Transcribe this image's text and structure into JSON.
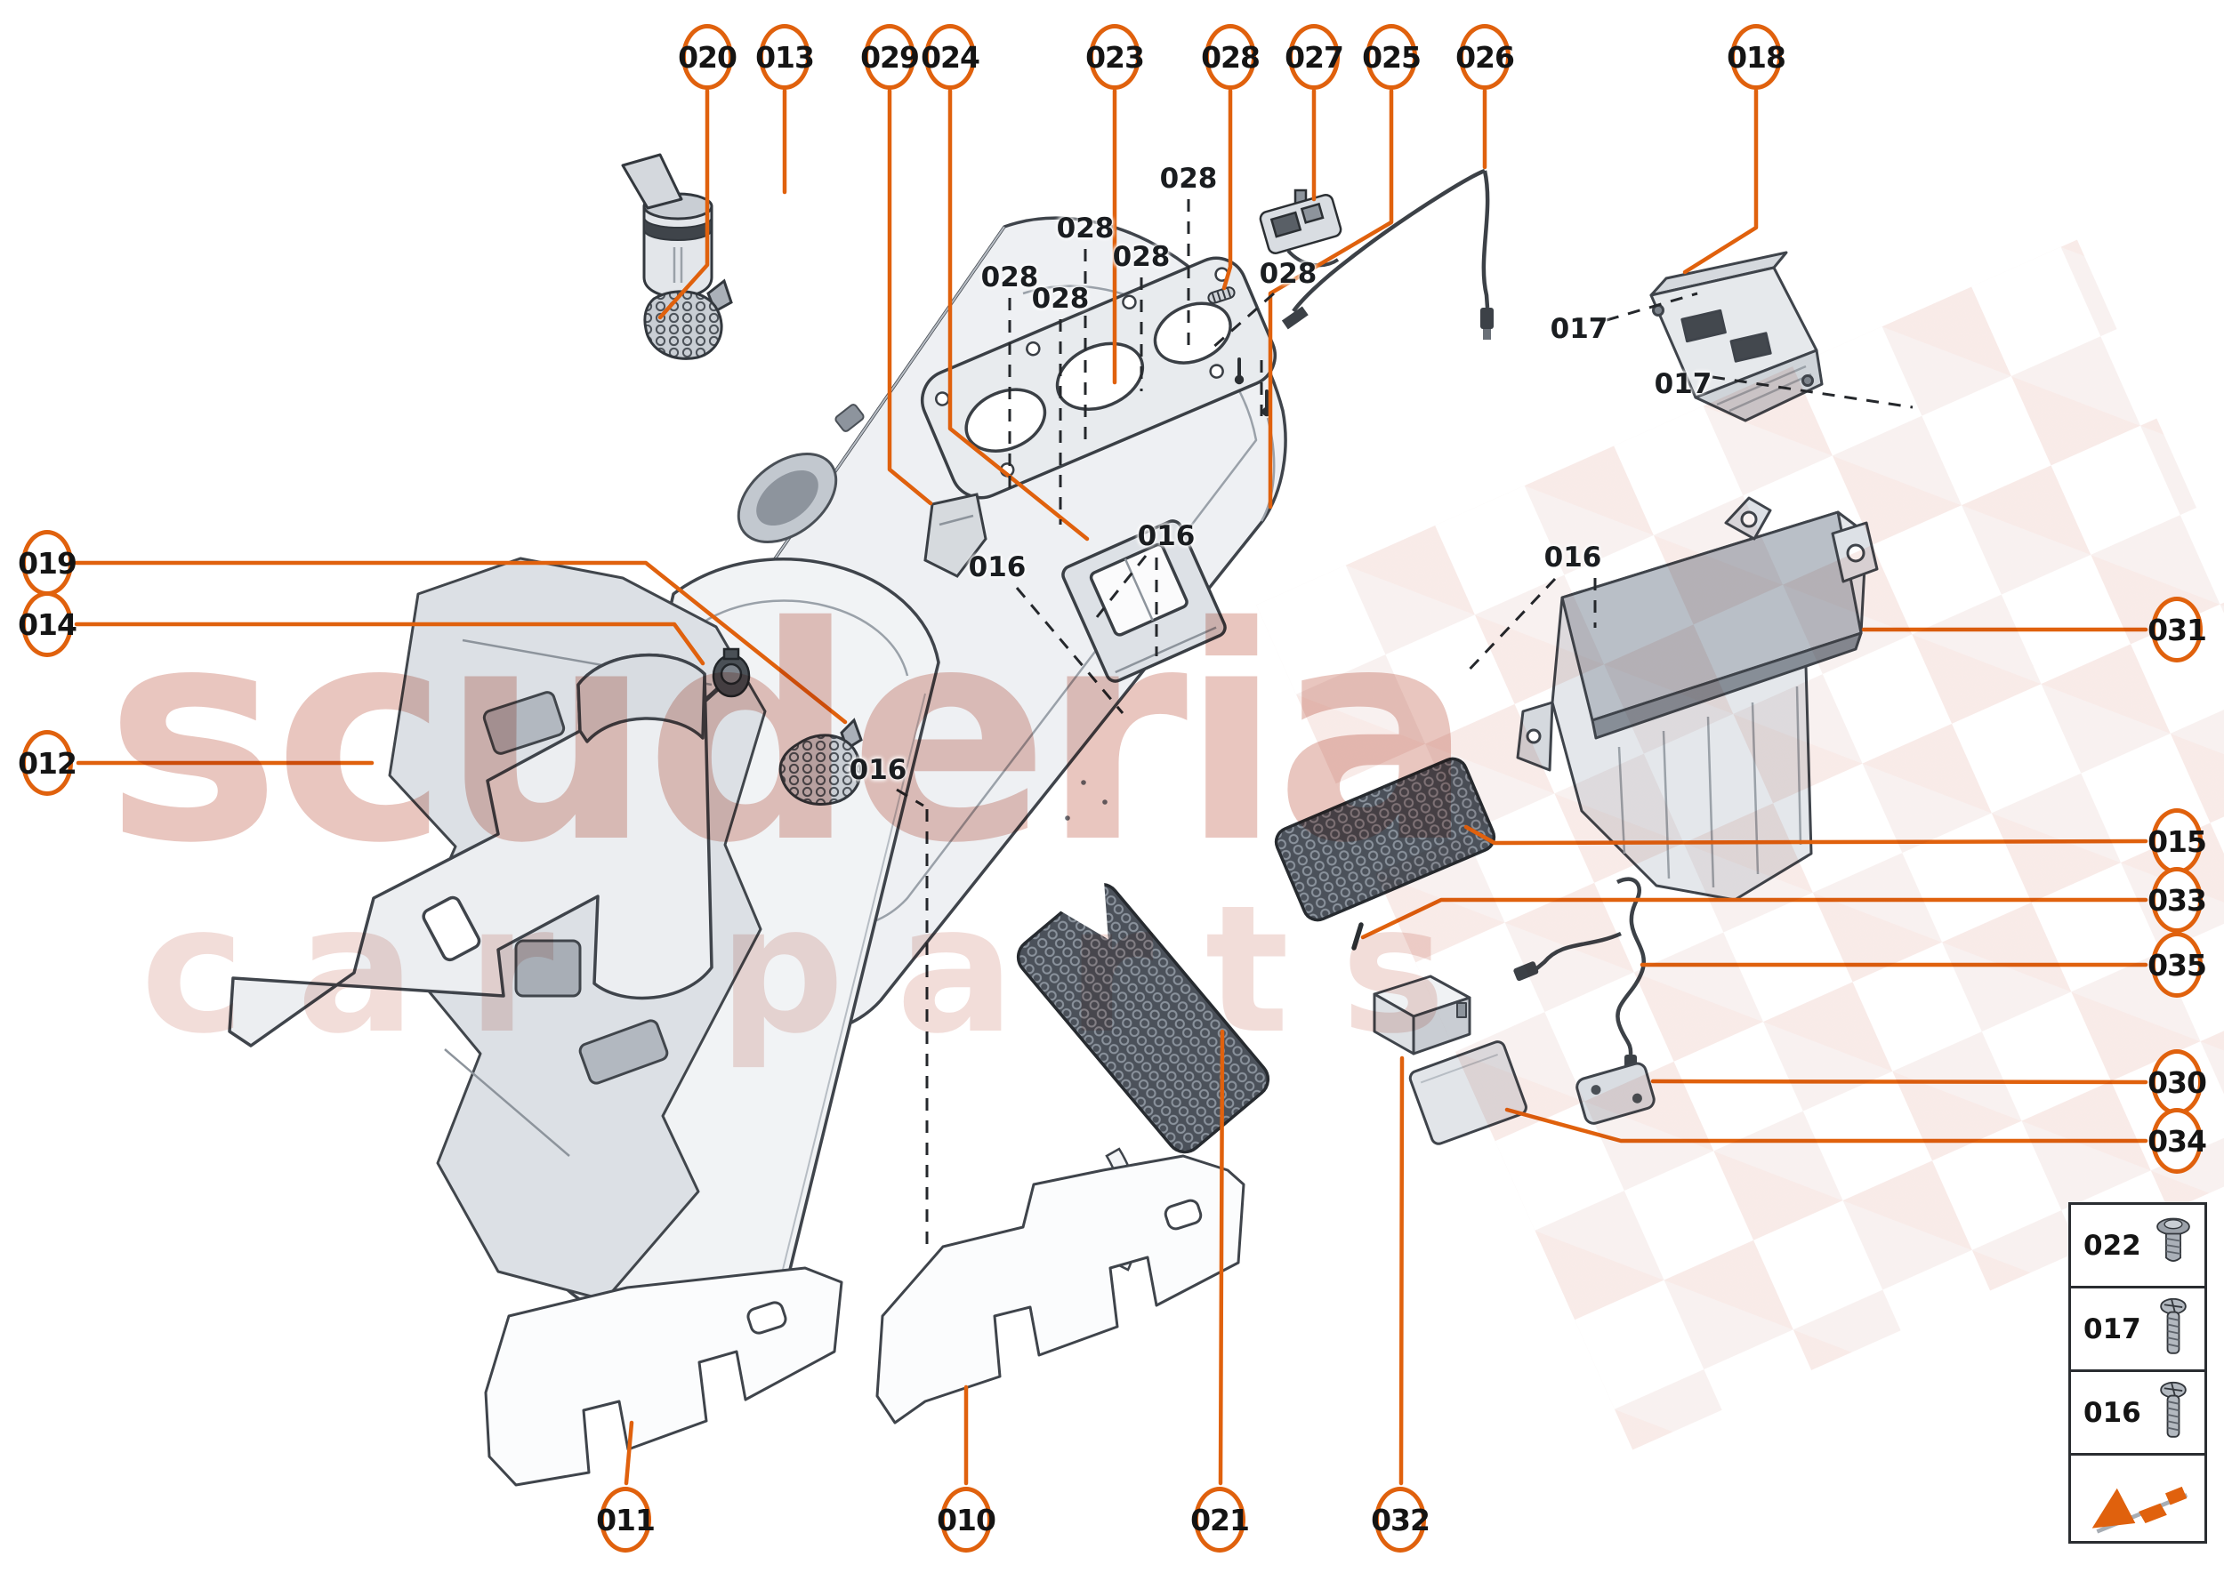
{
  "callouts": {
    "top": [
      "020",
      "013",
      "029",
      "024",
      "023",
      "028",
      "027",
      "025",
      "026",
      "018"
    ],
    "left": [
      "019",
      "014",
      "012"
    ],
    "right": [
      "031",
      "015",
      "033",
      "035",
      "030",
      "034"
    ],
    "bottom": [
      "011",
      "010",
      "021",
      "032"
    ]
  },
  "inline_labels": {
    "fastener_028": [
      "028",
      "028",
      "028",
      "028",
      "028",
      "028"
    ],
    "screw_017": [
      "017",
      "017"
    ],
    "screw_016": [
      "016",
      "016",
      "016",
      "016"
    ]
  },
  "legend": {
    "rows": [
      {
        "label": "022",
        "icon": "button-head-screw-icon"
      },
      {
        "label": "017",
        "icon": "pan-head-screw-icon"
      },
      {
        "label": "016",
        "icon": "pan-head-screw-icon"
      }
    ],
    "logo_icon": "scuderia-arrow-logo-icon"
  },
  "watermark": {
    "line1": "scuderia",
    "line2": "car parts"
  },
  "colors": {
    "accent": "#E0610D",
    "line_art": "#3A3F45",
    "watermark_pink": "#E9C6BF"
  }
}
